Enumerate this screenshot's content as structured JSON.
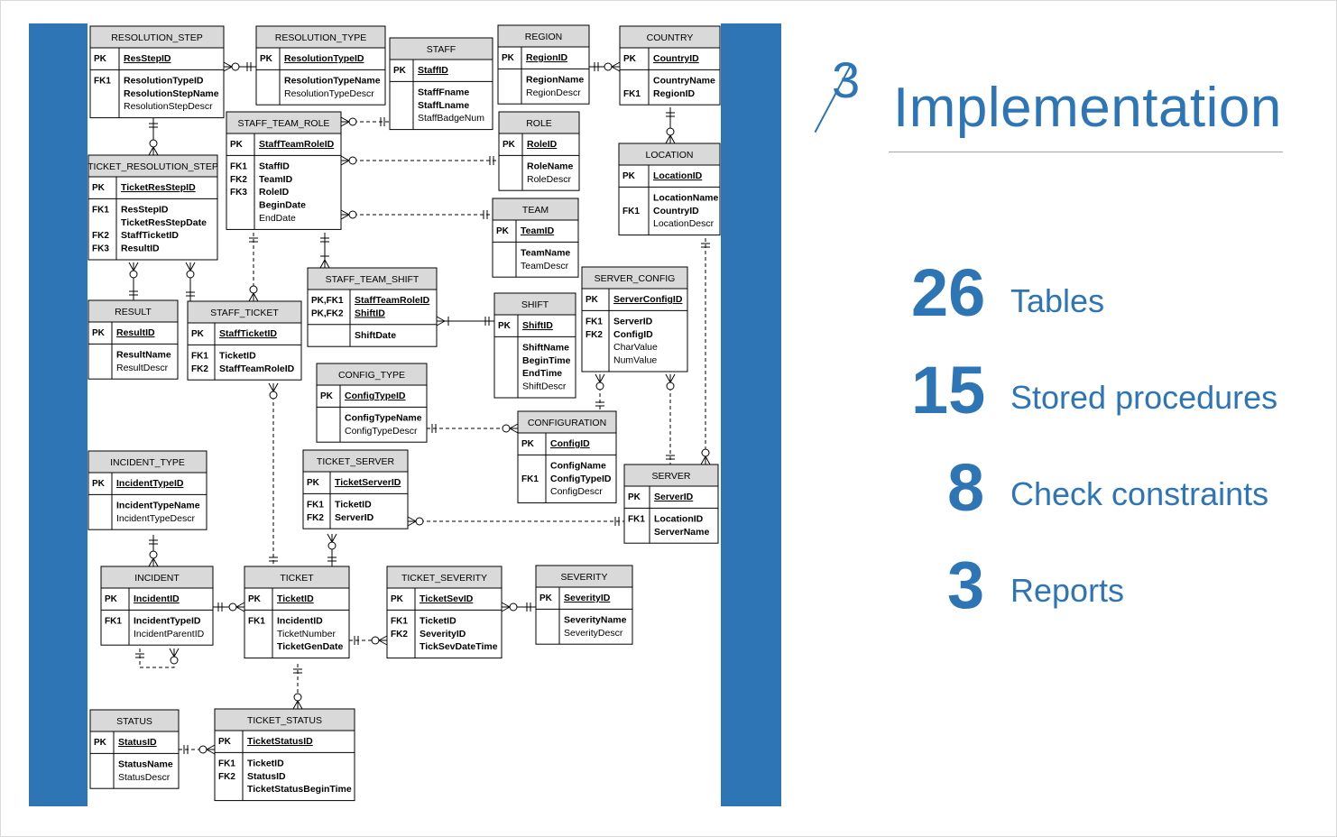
{
  "slide": {
    "title_number": "3",
    "title": "Implementation",
    "stats": [
      {
        "value": "26",
        "label": "Tables"
      },
      {
        "value": "15",
        "label": "Stored procedures"
      },
      {
        "value": "8",
        "label": "Check constraints"
      },
      {
        "value": "3",
        "label": "Reports"
      }
    ]
  },
  "colors": {
    "accent": "#2e75b6",
    "header_fill": "#d9d9d9",
    "line": "#000000"
  },
  "entities": [
    {
      "name": "RESOLUTION_STEP",
      "rows": [
        {
          "key": "PK",
          "field": "ResStepID"
        },
        {
          "key": "FK1",
          "field": "ResolutionTypeID"
        },
        {
          "key": "",
          "field": "ResolutionStepName"
        },
        {
          "key": "",
          "field": "ResolutionStepDescr"
        }
      ]
    },
    {
      "name": "RESOLUTION_TYPE",
      "rows": [
        {
          "key": "PK",
          "field": "ResolutionTypeID"
        },
        {
          "key": "",
          "field": "ResolutionTypeName"
        },
        {
          "key": "",
          "field": "ResolutionTypeDescr"
        }
      ]
    },
    {
      "name": "STAFF",
      "rows": [
        {
          "key": "PK",
          "field": "StaffID"
        },
        {
          "key": "",
          "field": "StaffFname"
        },
        {
          "key": "",
          "field": "StaffLname"
        },
        {
          "key": "",
          "field": "StaffBadgeNum"
        }
      ]
    },
    {
      "name": "REGION",
      "rows": [
        {
          "key": "PK",
          "field": "RegionID"
        },
        {
          "key": "",
          "field": "RegionName"
        },
        {
          "key": "",
          "field": "RegionDescr"
        }
      ]
    },
    {
      "name": "COUNTRY",
      "rows": [
        {
          "key": "PK",
          "field": "CountryID"
        },
        {
          "key": "",
          "field": "CountryName"
        },
        {
          "key": "FK1",
          "field": "RegionID"
        }
      ]
    },
    {
      "name": "STAFF_TEAM_ROLE",
      "rows": [
        {
          "key": "PK",
          "field": "StaffTeamRoleID"
        },
        {
          "key": "FK1",
          "field": "StaffID"
        },
        {
          "key": "FK2",
          "field": "TeamID"
        },
        {
          "key": "FK3",
          "field": "RoleID"
        },
        {
          "key": "",
          "field": "BeginDate"
        },
        {
          "key": "",
          "field": "EndDate"
        }
      ]
    },
    {
      "name": "ROLE",
      "rows": [
        {
          "key": "PK",
          "field": "RoleID"
        },
        {
          "key": "",
          "field": "RoleName"
        },
        {
          "key": "",
          "field": "RoleDescr"
        }
      ]
    },
    {
      "name": "LOCATION",
      "rows": [
        {
          "key": "PK",
          "field": "LocationID"
        },
        {
          "key": "",
          "field": "LocationName"
        },
        {
          "key": "FK1",
          "field": "CountryID"
        },
        {
          "key": "",
          "field": "LocationDescr"
        }
      ]
    },
    {
      "name": "TICKET_RESOLUTION_STEP",
      "rows": [
        {
          "key": "PK",
          "field": "TicketResStepID"
        },
        {
          "key": "FK1",
          "field": "ResStepID"
        },
        {
          "key": "",
          "field": "TicketResStepDate"
        },
        {
          "key": "FK2",
          "field": "StaffTicketID"
        },
        {
          "key": "FK3",
          "field": "ResultID"
        }
      ]
    },
    {
      "name": "TEAM",
      "rows": [
        {
          "key": "PK",
          "field": "TeamID"
        },
        {
          "key": "",
          "field": "TeamName"
        },
        {
          "key": "",
          "field": "TeamDescr"
        }
      ]
    },
    {
      "name": "SERVER_CONFIG",
      "rows": [
        {
          "key": "PK",
          "field": "ServerConfigID"
        },
        {
          "key": "FK1",
          "field": "ServerID"
        },
        {
          "key": "FK2",
          "field": "ConfigID"
        },
        {
          "key": "",
          "field": "CharValue"
        },
        {
          "key": "",
          "field": "NumValue"
        }
      ]
    },
    {
      "name": "STAFF_TEAM_SHIFT",
      "rows": [
        {
          "key": "PK,FK1",
          "field": "StaffTeamRoleID"
        },
        {
          "key": "PK,FK2",
          "field": "ShiftID"
        },
        {
          "key": "",
          "field": "ShiftDate"
        }
      ]
    },
    {
      "name": "SHIFT",
      "rows": [
        {
          "key": "PK",
          "field": "ShiftID"
        },
        {
          "key": "",
          "field": "ShiftName"
        },
        {
          "key": "",
          "field": "BeginTime"
        },
        {
          "key": "",
          "field": "EndTime"
        },
        {
          "key": "",
          "field": "ShiftDescr"
        }
      ]
    },
    {
      "name": "RESULT",
      "rows": [
        {
          "key": "PK",
          "field": "ResultID"
        },
        {
          "key": "",
          "field": "ResultName"
        },
        {
          "key": "",
          "field": "ResultDescr"
        }
      ]
    },
    {
      "name": "STAFF_TICKET",
      "rows": [
        {
          "key": "PK",
          "field": "StaffTicketID"
        },
        {
          "key": "FK1",
          "field": "TicketID"
        },
        {
          "key": "FK2",
          "field": "StaffTeamRoleID"
        }
      ]
    },
    {
      "name": "CONFIG_TYPE",
      "rows": [
        {
          "key": "PK",
          "field": "ConfigTypeID"
        },
        {
          "key": "",
          "field": "ConfigTypeName"
        },
        {
          "key": "",
          "field": "ConfigTypeDescr"
        }
      ]
    },
    {
      "name": "CONFIGURATION",
      "rows": [
        {
          "key": "PK",
          "field": "ConfigID"
        },
        {
          "key": "",
          "field": "ConfigName"
        },
        {
          "key": "FK1",
          "field": "ConfigTypeID"
        },
        {
          "key": "",
          "field": "ConfigDescr"
        }
      ]
    },
    {
      "name": "INCIDENT_TYPE",
      "rows": [
        {
          "key": "PK",
          "field": "IncidentTypeID"
        },
        {
          "key": "",
          "field": "IncidentTypeName"
        },
        {
          "key": "",
          "field": "IncidentTypeDescr"
        }
      ]
    },
    {
      "name": "TICKET_SERVER",
      "rows": [
        {
          "key": "PK",
          "field": "TicketServerID"
        },
        {
          "key": "FK1",
          "field": "TicketID"
        },
        {
          "key": "FK2",
          "field": "ServerID"
        }
      ]
    },
    {
      "name": "SERVER",
      "rows": [
        {
          "key": "PK",
          "field": "ServerID"
        },
        {
          "key": "FK1",
          "field": "LocationID"
        },
        {
          "key": "",
          "field": "ServerName"
        }
      ]
    },
    {
      "name": "INCIDENT",
      "rows": [
        {
          "key": "PK",
          "field": "IncidentID"
        },
        {
          "key": "FK1",
          "field": "IncidentTypeID"
        },
        {
          "key": "",
          "field": "IncidentParentID"
        }
      ]
    },
    {
      "name": "TICKET",
      "rows": [
        {
          "key": "PK",
          "field": "TicketID"
        },
        {
          "key": "FK1",
          "field": "IncidentID"
        },
        {
          "key": "",
          "field": "TicketNumber"
        },
        {
          "key": "",
          "field": "TicketGenDate"
        }
      ]
    },
    {
      "name": "TICKET_SEVERITY",
      "rows": [
        {
          "key": "PK",
          "field": "TicketSevID"
        },
        {
          "key": "FK1",
          "field": "TicketID"
        },
        {
          "key": "FK2",
          "field": "SeverityID"
        },
        {
          "key": "",
          "field": "TickSevDateTime"
        }
      ]
    },
    {
      "name": "SEVERITY",
      "rows": [
        {
          "key": "PK",
          "field": "SeverityID"
        },
        {
          "key": "",
          "field": "SeverityName"
        },
        {
          "key": "",
          "field": "SeverityDescr"
        }
      ]
    },
    {
      "name": "STATUS",
      "rows": [
        {
          "key": "PK",
          "field": "StatusID"
        },
        {
          "key": "",
          "field": "StatusName"
        },
        {
          "key": "",
          "field": "StatusDescr"
        }
      ]
    },
    {
      "name": "TICKET_STATUS",
      "rows": [
        {
          "key": "PK",
          "field": "TicketStatusID"
        },
        {
          "key": "FK1",
          "field": "TicketID"
        },
        {
          "key": "FK2",
          "field": "StatusID"
        },
        {
          "key": "",
          "field": "TicketStatusBeginTime"
        }
      ]
    }
  ]
}
